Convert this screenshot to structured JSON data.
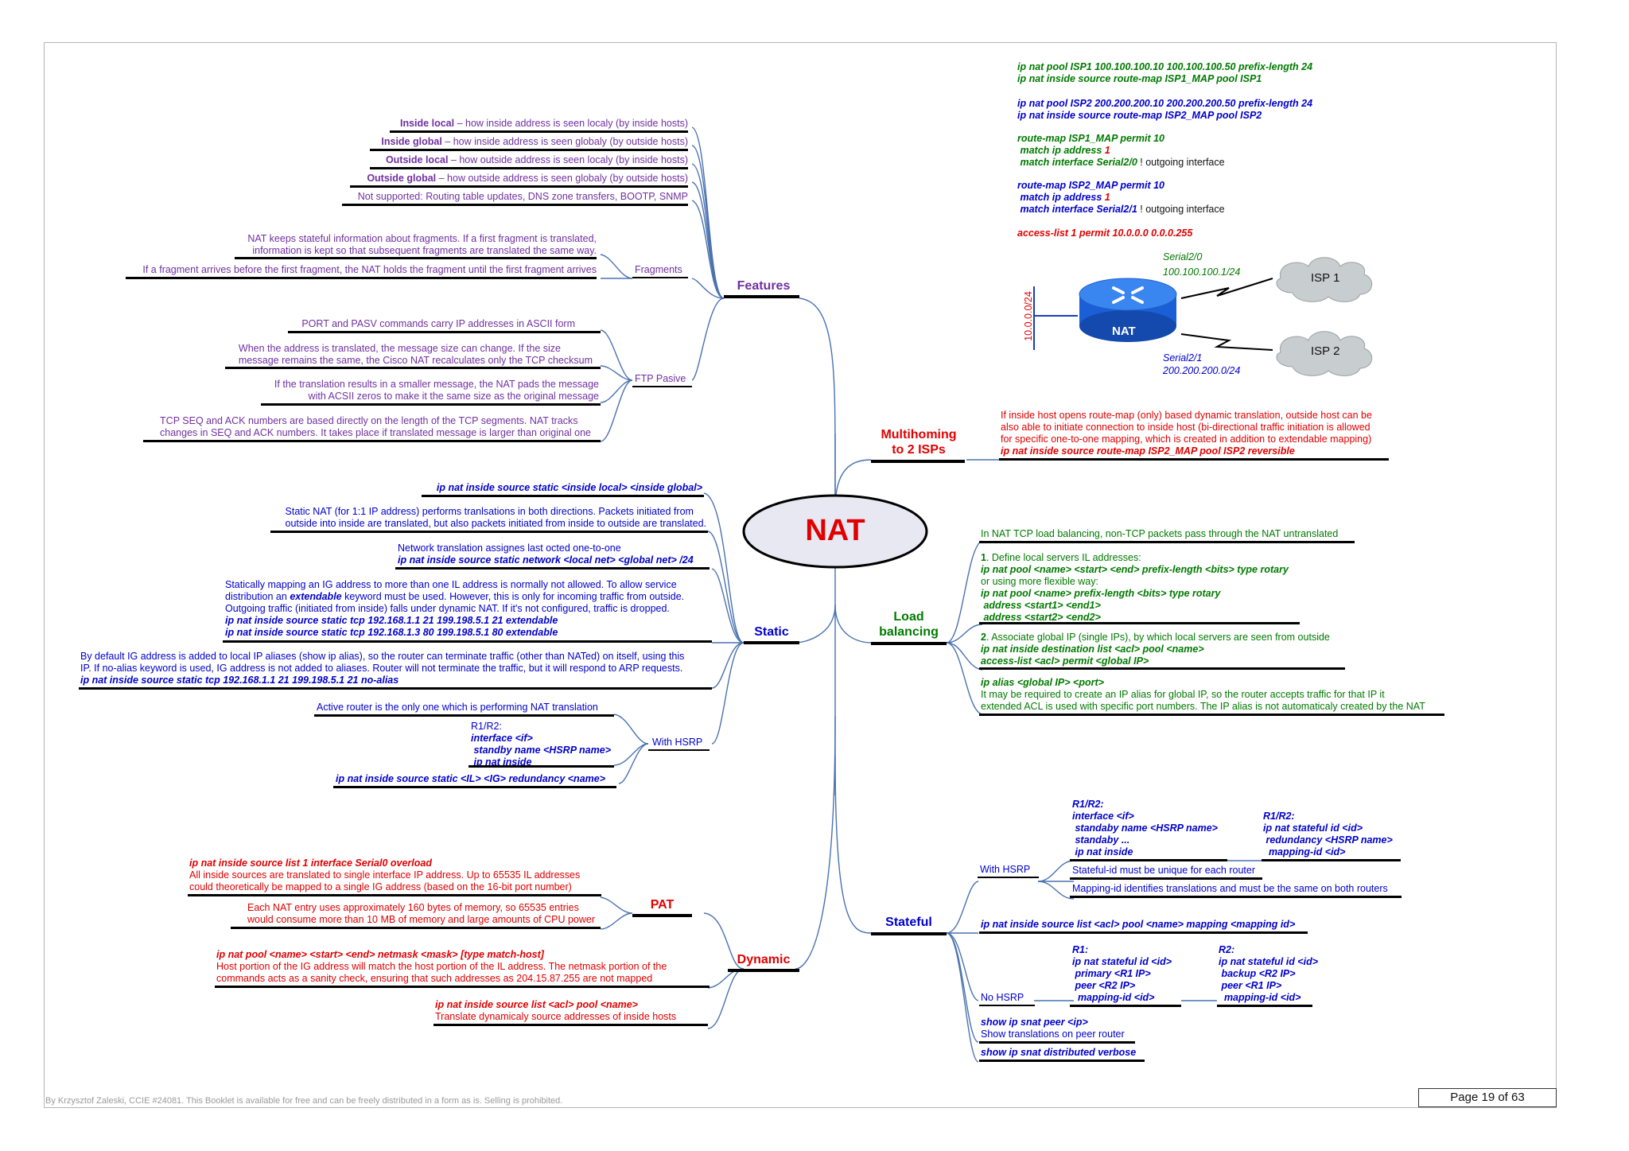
{
  "center": {
    "title": "NAT"
  },
  "branches": {
    "features": "Features",
    "static": "Static",
    "pat": "PAT",
    "dynamic": "Dynamic",
    "multihoming": "Multihoming\nto 2 ISPs",
    "load_balancing": "Load\nbalancing",
    "stateful": "Stateful"
  },
  "features": {
    "inside_local_term": "Inside local",
    "inside_local_desc": " – how inside address is seen localy (by inside hosts)",
    "inside_global_term": "Inside global",
    "inside_global_desc": " – how inside address is seen globaly (by outside hosts)",
    "outside_local_term": "Outside local",
    "outside_local_desc": " – how outside address is seen localy (by inside hosts)",
    "outside_global_term": "Outside global",
    "outside_global_desc": " – how outside address is seen globaly (by outside hosts)",
    "not_supported": "Not supported: Routing table updates, DNS zone transfers, BOOTP, SNMP",
    "fragments_label": "Fragments",
    "fragments_1": "NAT keeps stateful information about fragments. If a first fragment is translated,\ninformation is kept so that subsequent fragments are translated the same way.",
    "fragments_2": "If a fragment arrives before the first fragment, the NAT holds the fragment until the first fragment arrives",
    "ftp_label": "FTP Pasive",
    "ftp_1": "PORT and PASV commands carry IP addresses in ASCII form",
    "ftp_2": "When the address is translated, the message size can change. If the size\nmessage remains the same, the Cisco NAT recalculates only the TCP checksum",
    "ftp_3": "If the translation results in a smaller message, the NAT pads the message\nwith ACSII zeros to make it the same size as the original message",
    "ftp_4": "TCP SEQ and ACK numbers are based directly on the length of the TCP segments. NAT tracks\nchanges in SEQ and ACK numbers. It takes place if translated message is larger than original one"
  },
  "static": {
    "cmd_1": "ip nat inside source static <inside local> <inside global>",
    "desc_1": "Static NAT (for 1:1 IP address) performs tranlsations in both directions. Packets initiated from\noutside into inside are translated, but also packets initiated from inside to outside are translated.",
    "net_desc": "Network translation assignes last octed one-to-one",
    "net_cmd": "ip nat inside source static network <local net> <global net> /24",
    "ext_l1": "Statically mapping an IG address to more than one IL address is normally not allowed. To allow service",
    "ext_l2a": "distribution an ",
    "ext_l2b": "extendable",
    "ext_l2c": " keyword must be used. However, this is only for incoming traffic from outside.",
    "ext_l3": "Outgoing traffic (initiated from inside) falls under dynamic NAT. If it's not configured, traffic is dropped.",
    "ext_cmd_1": "ip nat inside source static tcp 192.168.1.1 21 199.198.5.1 21 extendable",
    "ext_cmd_2": "ip nat inside source static tcp 192.168.1.3 80 199.198.5.1 80 extendable",
    "alias_desc": "By default IG address is added to local IP aliases (show ip alias), so the router can terminate traffic (other than NATed) on itself, using this\nIP. If no-alias keyword is used, IG address is not added to aliases. Router will not terminate the traffic, but it will respond to ARP requests.",
    "alias_cmd": "ip nat inside source static tcp 192.168.1.1 21 199.198.5.1 21 no-alias",
    "hsrp_label": "With HSRP",
    "hsrp_active": "Active router is the only one which is performing NAT translation",
    "hsrp_r1r2": "R1/R2:",
    "hsrp_cfg": "interface <if>\n standby name <HSRP name>\n ip nat inside",
    "hsrp_cmd": "ip nat inside source static <IL> <IG> redundancy <name>"
  },
  "pat": {
    "cmd": "ip nat inside source list 1 interface Serial0 overload",
    "desc": "All inside sources are translated to single interface IP address. Up to 65535 IL addresses\ncould theoretically be mapped to a single IG address (based on the 16-bit port number)",
    "mem": "Each NAT entry uses approximately 160 bytes of memory, so 65535 entries\nwould consume more than 10 MB of memory and large amounts of CPU power"
  },
  "dynamic": {
    "pool_cmd": "ip nat pool <name> <start> <end> netmask <mask> [type match-host]",
    "pool_desc": "Host portion of the IG address will match the host portion of the IL address. The netmask portion of the\ncommands acts as a sanity check, ensuring that such addresses as 204.15.87.255 are not mapped",
    "list_cmd": "ip nat inside source list <acl> pool <name>",
    "list_desc": "Translate dynamicaly source addresses of inside hosts"
  },
  "isp_config": {
    "g1": "ip nat pool ISP1 100.100.100.10 100.100.100.50 prefix-length 24\nip nat inside source route-map ISP1_MAP pool ISP1",
    "b1": "ip nat pool ISP2 200.200.200.10 200.200.200.50 prefix-length 24\nip nat inside source route-map ISP2_MAP pool ISP2",
    "g2_1": "route-map ISP1_MAP permit 10",
    "g2_2": " match ip address ",
    "g2_3": "1",
    "g2_4": " match interface Serial2/0",
    "g2_5": " ! outgoing interface",
    "b2_1": "route-map ISP2_MAP permit 10",
    "b2_2": " match ip address ",
    "b2_3": "1",
    "b2_4": " match interface Serial2/1",
    "b2_5": " ! outgoing interface",
    "acl": "access-list 1 permit 10.0.0.0 0.0.0.255"
  },
  "topology": {
    "s20": "Serial2/0",
    "s20_ip": "100.100.100.1/24",
    "s21": "Serial2/1",
    "s21_net": "200.200.200.0/24",
    "lan": "10.0.0.0/24",
    "router": "NAT",
    "isp1": "ISP 1",
    "isp2": "ISP 2"
  },
  "multihoming": {
    "desc": "If inside host opens route-map (only) based dynamic translation, outside host can be\nalso able to initiate connection to inside host (bi-directional traffic initiation is allowed\nfor specific one-to-one mapping, which is created in addition to extendable mapping)",
    "cmd": "ip nat inside source route-map ISP2_MAP pool ISP2 reversible"
  },
  "load_balancing": {
    "tcp_note": "In NAT TCP load balancing, non-TCP packets pass through the NAT untranslated",
    "s1_num": "1",
    "s1_txt": ". Define local servers IL addresses:",
    "s1_cmd1": "ip nat pool <name> <start> <end> prefix-length <bits> type rotary",
    "s1_or": "or using more flexible way:",
    "s1_cmd2": "ip nat pool <name> prefix-length <bits> type rotary\n address <start1> <end1>\n address <start2> <end2>",
    "s2_num": "2",
    "s2_txt": ". Associate global IP (single IPs), by which local servers are seen from outside",
    "s2_cmd": "ip nat inside destination list <acl> pool <name>\naccess-list <acl> permit <global IP>",
    "alias_cmd": "ip alias <global IP> <port>",
    "alias_desc": "It may be required to create an IP alias for global IP, so the router accepts traffic for that IP it\nextended ACL is used with specific port numbers. The IP alias is not automaticaly created by the NAT"
  },
  "stateful": {
    "hsrp_label": "With HSRP",
    "hsrp_cfg1": "R1/R2:\ninterface <if>\n standaby name <HSRP name>\n standaby ...\n ip nat inside",
    "hsrp_cfg2": "R1/R2:\nip nat stateful id <id>\n redundancy <HSRP name>\n  mapping-id <id>",
    "hsrp_unique": "Stateful-id must be unique for each router",
    "hsrp_mapping": "Mapping-id identifies translations and must be the same on both routers",
    "mapping_cmd": "ip nat inside source list <acl> pool <name> mapping <mapping id>",
    "nohsrp_label": "No HSRP",
    "r1_cfg": "R1:\nip nat stateful id <id>\n primary <R1 IP>\n peer <R2 IP>\n  mapping-id <id>",
    "r2_cfg": "R2:\nip nat stateful id <id>\n backup <R2 IP>\n peer <R1 IP>\n  mapping-id <id>",
    "peer_cmd": "show ip snat peer <ip>",
    "peer_desc": "Show translations on peer router",
    "verbose_cmd": "show ip snat distributed verbose"
  },
  "footer": {
    "credit": "By Krzysztof Zaleski, CCIE #24081. This Booklet is available for free and can be freely distributed in a form as is. Selling is prohibited.",
    "page": "Page 19 of 63"
  }
}
